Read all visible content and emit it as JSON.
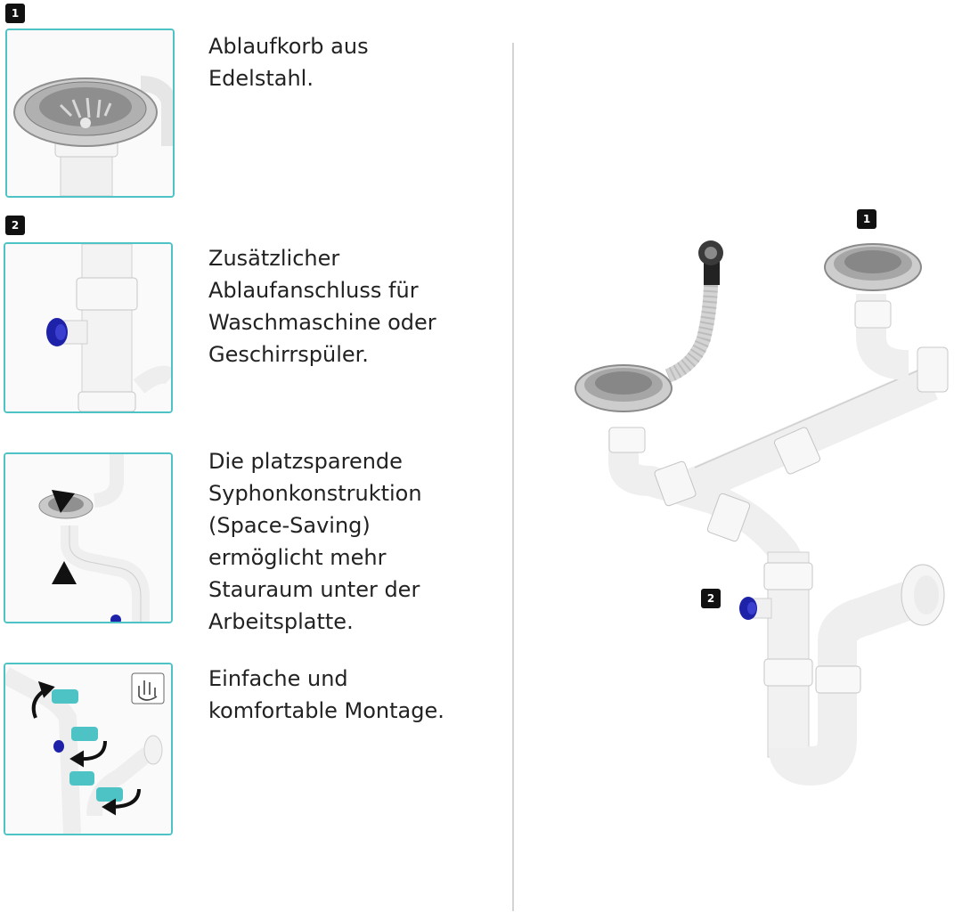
{
  "features": [
    {
      "badge": "1",
      "text_lines": [
        "Ablaufkorb aus",
        "Edelstahl."
      ]
    },
    {
      "badge": "2",
      "text_lines": [
        "Zusätzlicher",
        "Ablaufanschluss für",
        "Waschmaschine oder",
        "Geschirrspüler."
      ]
    },
    {
      "badge": "",
      "text_lines": [
        "Die platzsparende",
        "Syphonkonstruktion",
        "(Space-Saving)",
        "ermöglicht mehr",
        "Stauraum unter der",
        "Arbeitsplatte."
      ]
    },
    {
      "badge": "",
      "text_lines": [
        "Einfache und",
        "komfortable Montage."
      ]
    }
  ],
  "diagram": {
    "label_strainer": "1",
    "label_connector": "2"
  },
  "colors": {
    "accent": "#4ec3c6",
    "connector": "#1e22a8",
    "steel": "#b9b9b9",
    "pipe": "#f2f2f2"
  }
}
